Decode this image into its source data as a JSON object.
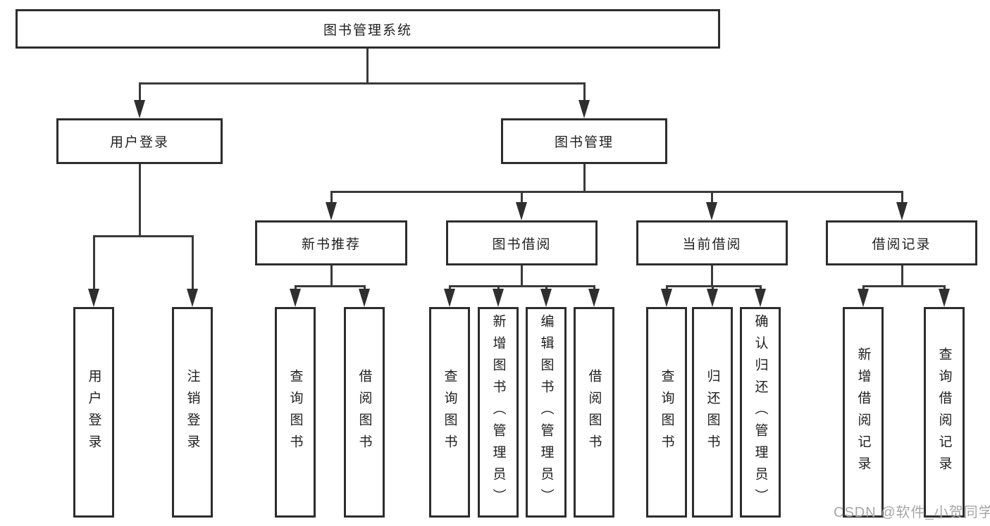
{
  "diagram": {
    "root": {
      "label": "图书管理系统",
      "children": [
        {
          "label": "用户登录",
          "children": [
            {
              "label": "用户登录"
            },
            {
              "label": "注销登录"
            }
          ]
        },
        {
          "label": "图书管理",
          "children": [
            {
              "label": "新书推荐",
              "children": [
                {
                  "label": "查询图书"
                },
                {
                  "label": "借阅图书"
                }
              ]
            },
            {
              "label": "图书借阅",
              "children": [
                {
                  "label": "查询图书"
                },
                {
                  "label": "新增图书（管理员）"
                },
                {
                  "label": "编辑图书（管理员）"
                },
                {
                  "label": "借阅图书"
                }
              ]
            },
            {
              "label": "当前借阅",
              "children": [
                {
                  "label": "查询图书"
                },
                {
                  "label": "归还图书"
                },
                {
                  "label": "确认归还（管理员）"
                }
              ]
            },
            {
              "label": "借阅记录",
              "children": [
                {
                  "label": "新增借阅记录"
                },
                {
                  "label": "查询借阅记录"
                }
              ]
            }
          ]
        }
      ]
    },
    "watermark": {
      "text": "CSDN @软件_小贺同学"
    },
    "colors": {
      "line": "#3a3a3a",
      "box_border": "#2d2d2d",
      "box_fill": "#ffffff",
      "text": "#1f1f1f",
      "watermark": "#a6a6a6"
    }
  }
}
